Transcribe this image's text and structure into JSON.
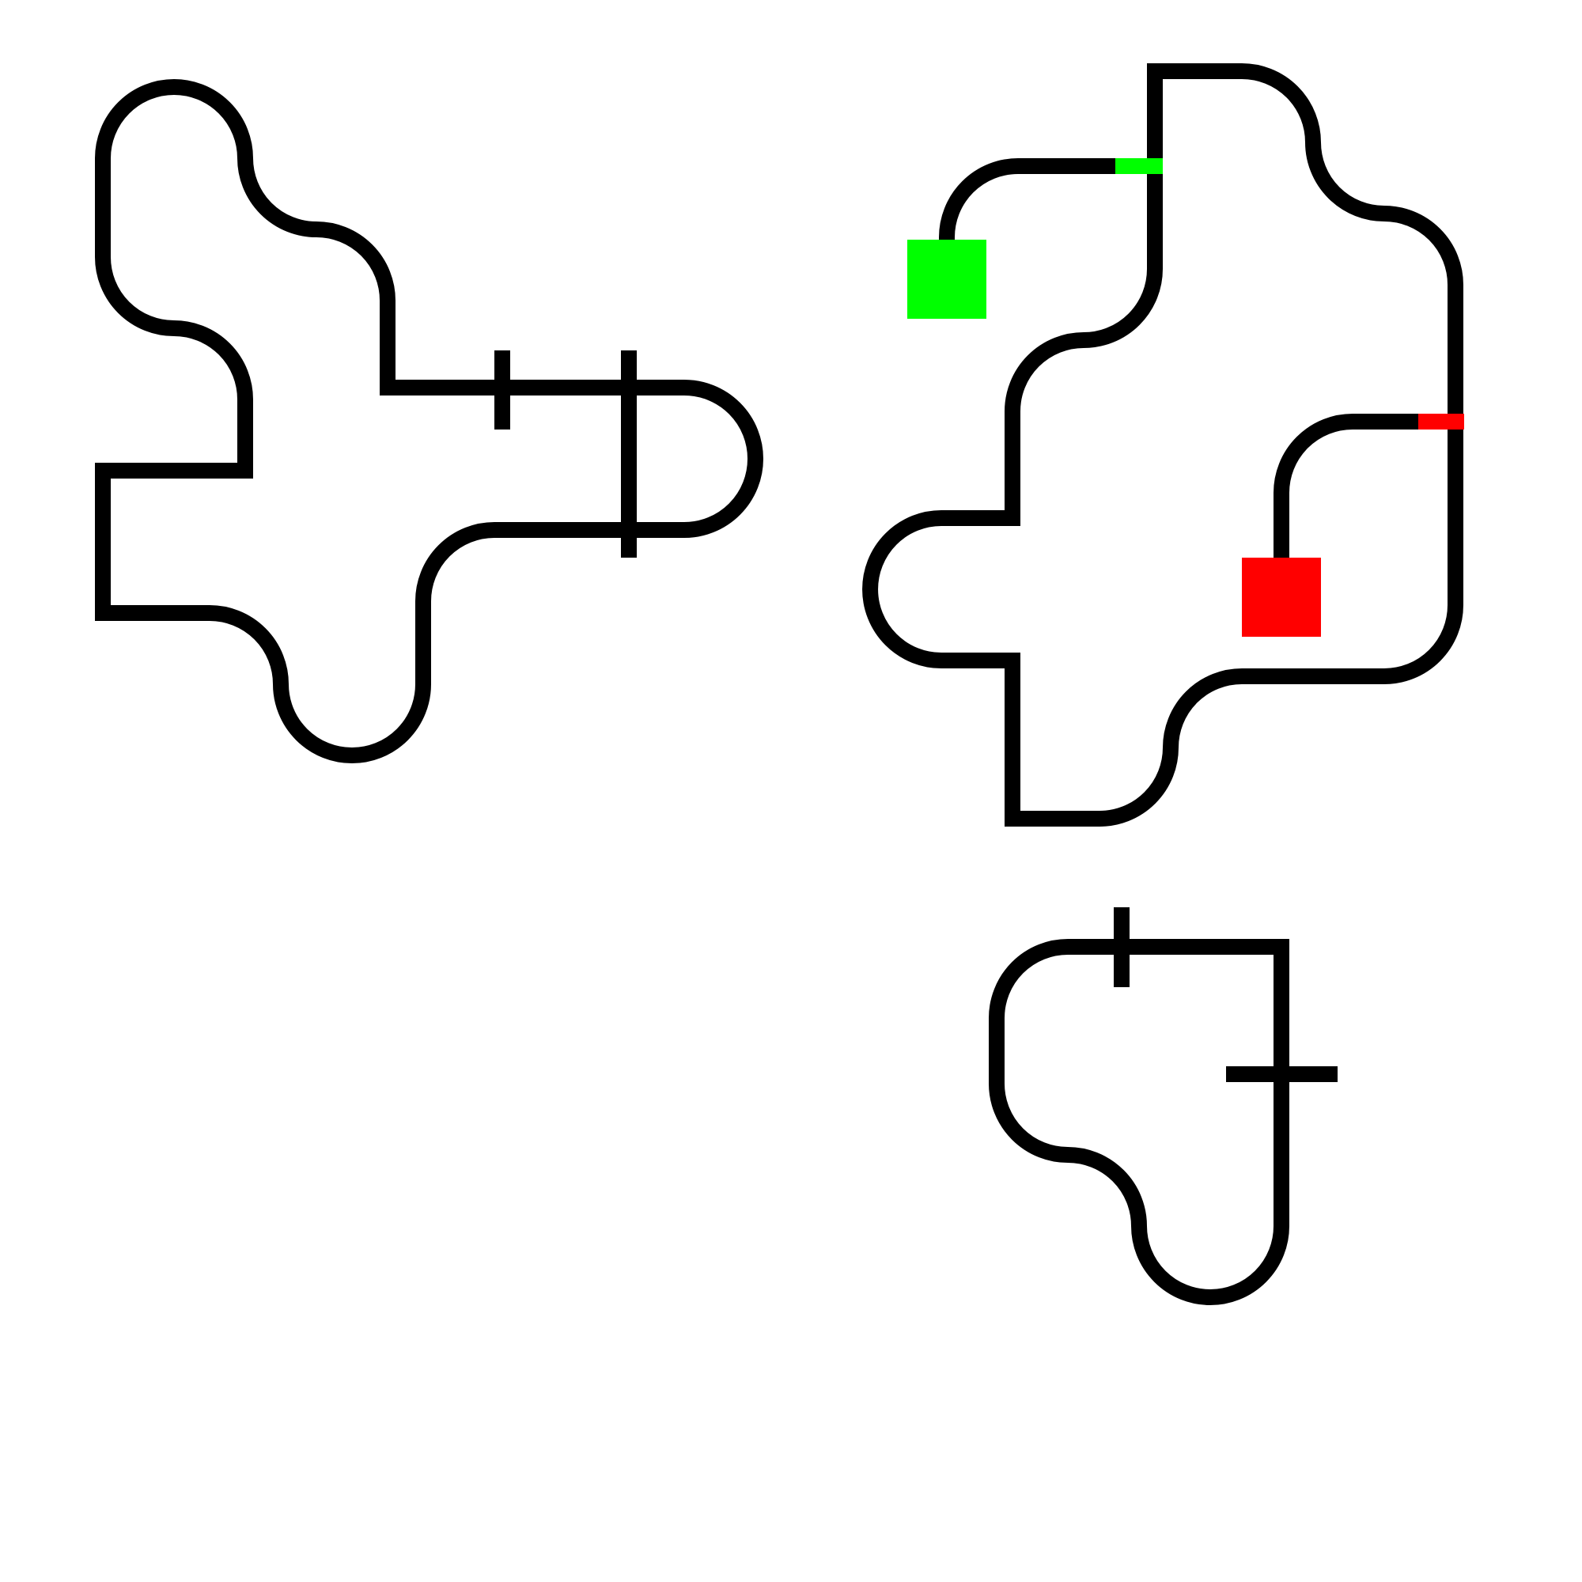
{
  "diagram": {
    "type": "closed-loop wire puzzle",
    "background": "#ffffff",
    "line_color": "#000000",
    "shape_count": 3,
    "terminals": [
      {
        "name": "start",
        "shape": "square",
        "color": "#00ff00",
        "attached_to": "loop-top-right"
      },
      {
        "name": "end",
        "shape": "square",
        "color": "#ff0000",
        "attached_to": "loop-top-right"
      }
    ],
    "crossing_ticks": 4
  }
}
